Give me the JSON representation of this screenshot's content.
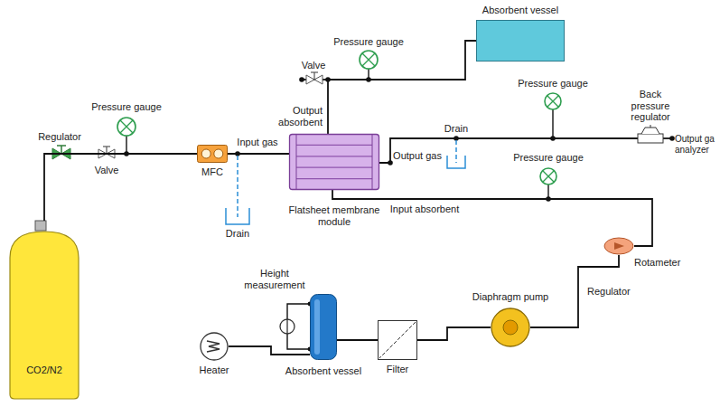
{
  "diagram": {
    "nodes": [
      {
        "text": [
          "Absorbent vessel"
        ]
      },
      {
        "text": [
          "CO2/N2"
        ]
      },
      {
        "text": [
          "MFC"
        ]
      },
      {
        "text": [
          "Flatsheet membrane module"
        ]
      },
      {
        "text": [
          "Rotameter"
        ]
      },
      {
        "text": [
          "Diaphragm pump"
        ]
      },
      {
        "text": [
          "Filter"
        ]
      },
      {
        "text": [
          "Absorbent vessel"
        ]
      },
      {
        "text": [
          "Heater"
        ]
      }
    ],
    "edges": [
      {
        "from": 1,
        "to": 2,
        "arrow": "none"
      },
      {
        "from": 2,
        "to": 3,
        "label": "Input gas",
        "arrow": "none"
      },
      {
        "from": 3,
        "to": 0,
        "label": "Output absorbent",
        "arrow": "none"
      },
      {
        "from": 7,
        "to": 6,
        "arrow": "none"
      },
      {
        "from": 6,
        "to": 5,
        "arrow": "none"
      },
      {
        "from": 5,
        "to": 4,
        "arrow": "none"
      },
      {
        "from": 4,
        "to": 3,
        "label": "Input absorbent",
        "arrow": "none"
      },
      {
        "from": 8,
        "to": 7,
        "arrow": "none"
      }
    ],
    "labels": [
      "Regulator",
      "Valve",
      "Pressure gauge",
      "Drain",
      "Valve",
      "Pressure gauge",
      "Output gas",
      "Drain",
      "Pressure gauge",
      "Back pressure regulator",
      "Output ga analyzer",
      "Pressure gauge",
      "Regulator",
      "Height measurement"
    ]
  }
}
